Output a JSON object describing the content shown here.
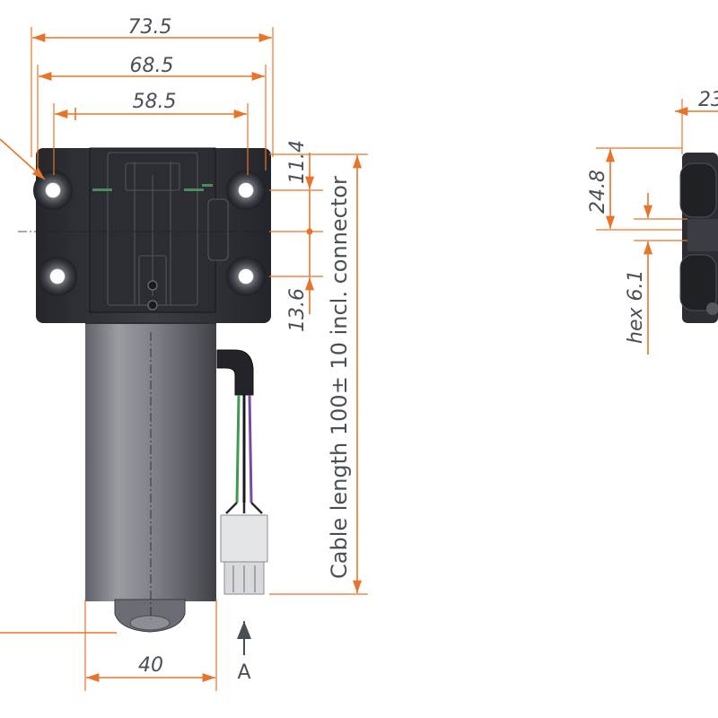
{
  "drawing": {
    "dimensions": {
      "overall_width": "73.5",
      "port_spacing_outer": "68.5",
      "port_spacing_inner": "58.5",
      "upper_port_offset": "11.4",
      "lower_port_offset": "13.6",
      "cable_length": "Cable length 100± 10 incl. connector",
      "motor_diameter": "40",
      "side_width_partial": "23",
      "side_height": "24.8",
      "hex_size": "hex 6.1"
    },
    "view_marker": "A",
    "colors": {
      "dimension": "#e8742a",
      "dimension_text": "#4a4f57",
      "pump_body": "#2f3136",
      "motor_can": "#7a7d84",
      "wire_green": "#3f9a4f",
      "wire_purple": "#7a4aa0",
      "connector": "#e4e5e7"
    }
  }
}
